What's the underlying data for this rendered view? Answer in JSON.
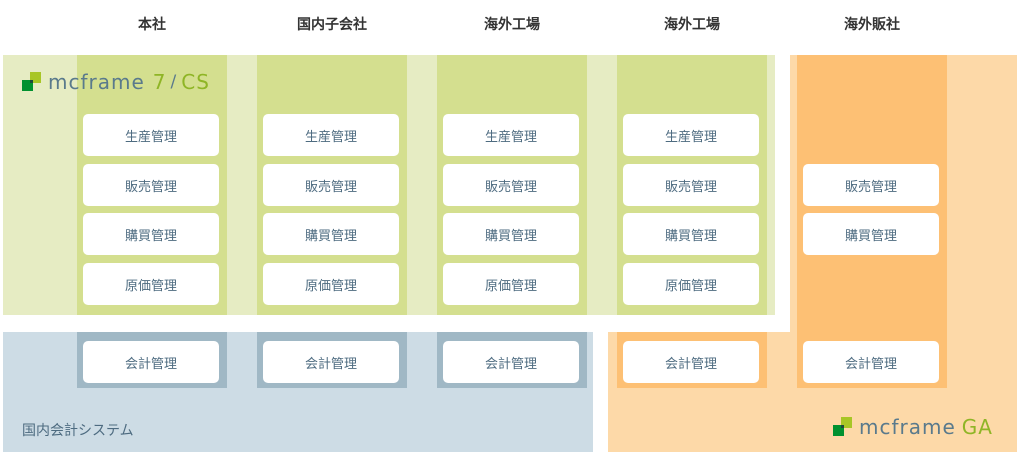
{
  "headers": [
    "本社",
    "国内子会社",
    "海外工場",
    "海外工場",
    "海外販社"
  ],
  "columns": [
    {
      "modules": [
        "生産管理",
        "販売管理",
        "購買管理",
        "原価管理"
      ],
      "accounting": "会計管理"
    },
    {
      "modules": [
        "生産管理",
        "販売管理",
        "購買管理",
        "原価管理"
      ],
      "accounting": "会計管理"
    },
    {
      "modules": [
        "生産管理",
        "販売管理",
        "購買管理",
        "原価管理"
      ],
      "accounting": "会計管理"
    },
    {
      "modules": [
        "生産管理",
        "販売管理",
        "購買管理",
        "原価管理"
      ],
      "accounting": "会計管理"
    },
    {
      "modules": [
        "販売管理",
        "購買管理"
      ],
      "accounting": "会計管理"
    }
  ],
  "logo_cs": {
    "name": "mcframe",
    "suffix1": "7",
    "slash": "/",
    "suffix2": "CS"
  },
  "logo_ga": {
    "name": "mcframe",
    "suffix": "GA"
  },
  "domestic_label": "国内会計システム",
  "colors": {
    "green_light": "#e6ecc3",
    "green_dark": "#d4df8f",
    "blue_light": "#cddce5",
    "blue_dark": "#a0b8c5",
    "orange_light": "#fdd9a8",
    "orange_dark": "#fdc074"
  }
}
